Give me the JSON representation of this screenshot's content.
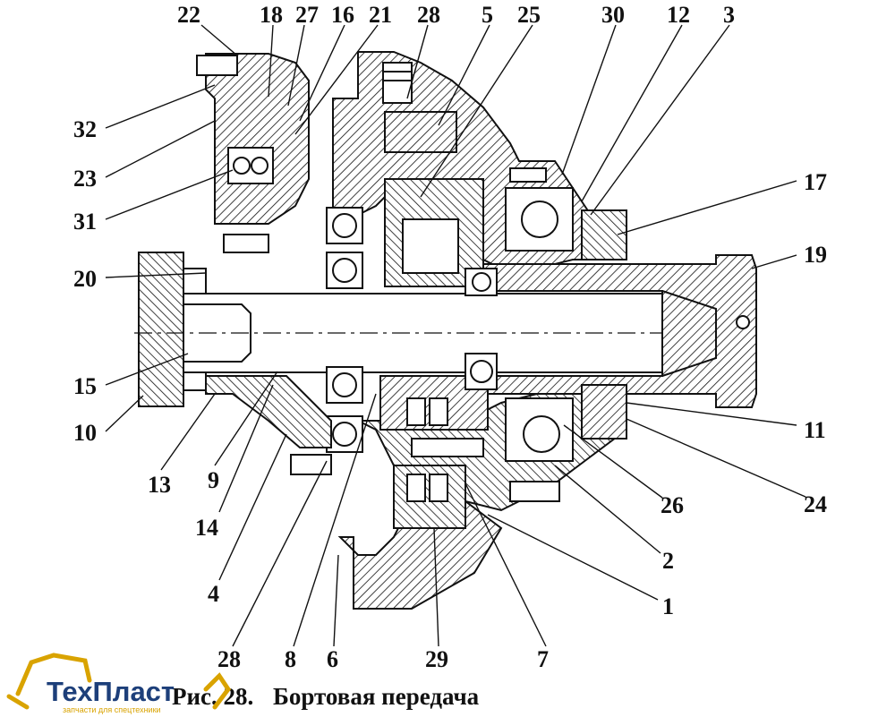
{
  "figure": {
    "caption_prefix": "Рис. 28.",
    "caption_title": "Бортовая передача"
  },
  "callouts": {
    "c1": "1",
    "c2": "2",
    "c3": "3",
    "c4": "4",
    "c5": "5",
    "c6": "6",
    "c7": "7",
    "c8": "8",
    "c9": "9",
    "c10": "10",
    "c11": "11",
    "c12": "12",
    "c13": "13",
    "c14": "14",
    "c15": "15",
    "c16": "16",
    "c17": "17",
    "c18": "18",
    "c19": "19",
    "c20": "20",
    "c21": "21",
    "c22": "22",
    "c23": "23",
    "c24": "24",
    "c25": "25",
    "c26": "26",
    "c27": "27",
    "c28a": "28",
    "c28b": "28",
    "c29": "29",
    "c30": "30",
    "c31": "31",
    "c32": "32"
  },
  "logo": {
    "name": "ТехПласт",
    "tagline": "запчасти для спецтехники"
  }
}
